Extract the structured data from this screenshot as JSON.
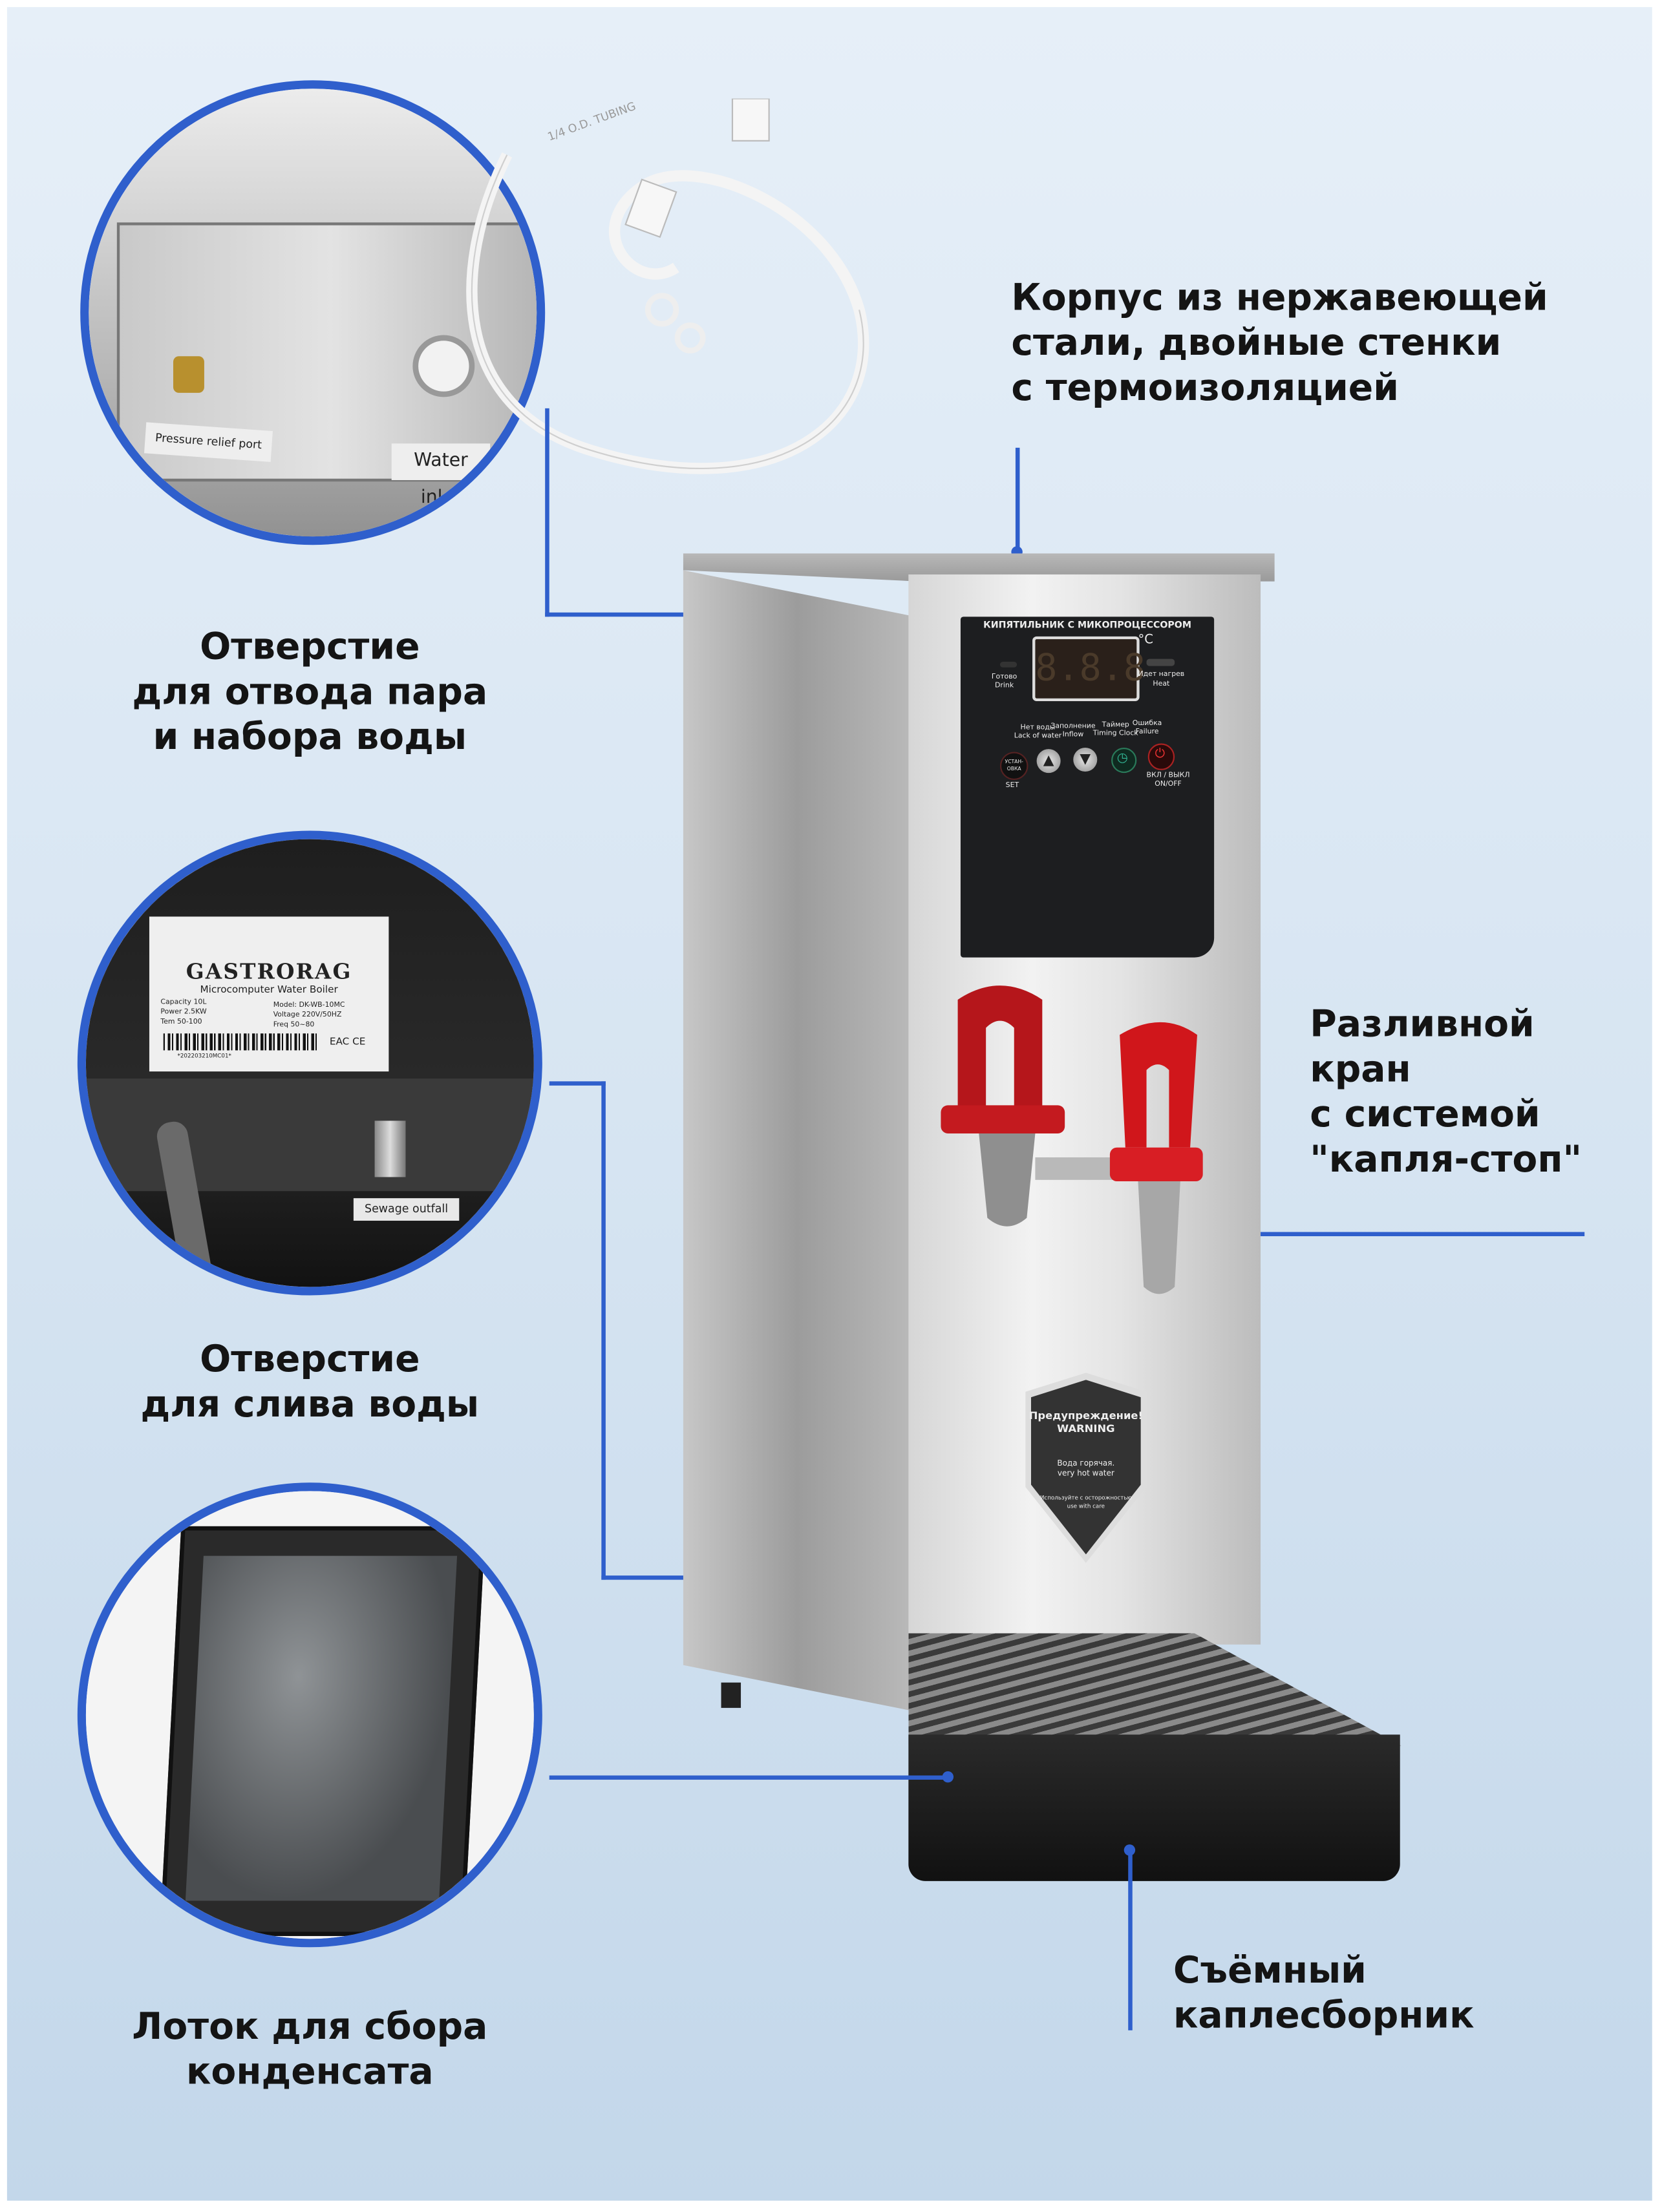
{
  "callouts": {
    "steam_port": [
      "Отверстие",
      "для отвода пара",
      "и набора воды"
    ],
    "drain_port": [
      "Отверстие",
      "для слива воды"
    ],
    "condensate_tray": [
      "Лоток для сбора",
      "конденсата"
    ],
    "body": [
      "Корпус из нержавеющей",
      "стали, двойные стенки",
      "с термоизоляцией"
    ],
    "tap": [
      "Разливной",
      "кран",
      "с системой",
      "\"капля-стоп\""
    ],
    "drip_tray": [
      "Съёмный",
      "каплесборник"
    ]
  },
  "circle1": {
    "pressure_label": "Pressure relief port",
    "water_label": "Water inlet",
    "hose_print": "1/4 O.D. TUBING"
  },
  "circle2": {
    "brand": "GASTRORAG",
    "subtitle": "Microcomputer Water Boiler",
    "specs_left": [
      "Capacity  10L",
      "Power  2.5KW",
      "Tem  50-100"
    ],
    "specs_right": [
      "Model:  DK-WB-10MC",
      "Voltage  220V/50HZ",
      "Freq  50~80"
    ],
    "serial": "*202203210MC01*",
    "marks": "EAC CE",
    "outfall_label": "Sewage outfall"
  },
  "panel": {
    "title": "КИПЯТИЛЬНИК С МИКОПРОЦЕССОРОМ",
    "unit": "°C",
    "display": "8.8.8",
    "ready_ru": "Готово",
    "ready_en": "Drink",
    "heat_ru": "Идет нагрев",
    "heat_en": "Heat",
    "indicators": [
      {
        "ru": "Нет воды",
        "en": "Lack of water"
      },
      {
        "ru": "Заполнение",
        "en": "Inflow"
      },
      {
        "ru": "Таймер",
        "en": "Timing Clock"
      },
      {
        "ru": "Ошибка",
        "en": "Failure"
      }
    ],
    "set_button": "УСТАН-ОВКА",
    "set_label": "SET",
    "power_ru": "ВКЛ / ВЫКЛ",
    "power_en": "ON/OFF"
  },
  "warning": {
    "title_ru": "Предупреждение!",
    "title_en": "WARNING",
    "hot_ru": "Вода горячая.",
    "hot_en": "very hot water",
    "care_ru": "Используйте с осторожностью",
    "care_en": "use with care"
  },
  "colors": {
    "accent": "#2f5fcc",
    "tap_red": "#c41a1f"
  }
}
